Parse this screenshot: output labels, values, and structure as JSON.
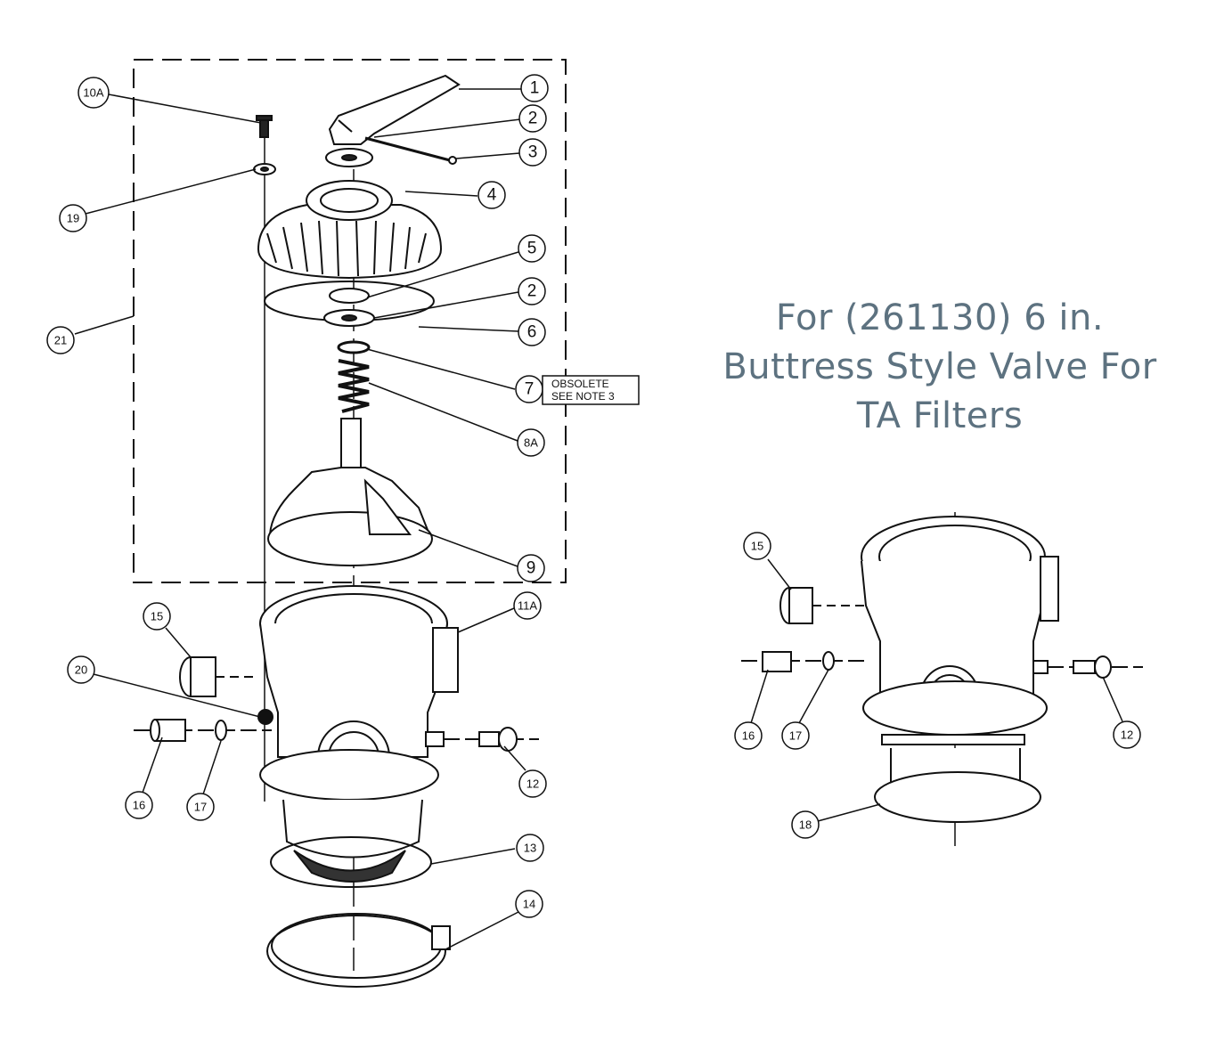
{
  "title": {
    "line1": "For (261130) 6 in.",
    "line2": "Buttress Style Valve For",
    "line3": "TA Filters"
  },
  "note": {
    "line1": "OBSOLETE",
    "line2": "SEE NOTE 3"
  },
  "left_callouts": [
    "10A",
    "1",
    "2",
    "3",
    "19",
    "4",
    "5",
    "2",
    "6",
    "21",
    "7",
    "8A",
    "9",
    "11A",
    "15",
    "20",
    "12",
    "16",
    "17",
    "13",
    "14"
  ],
  "right_callouts": [
    "15",
    "16",
    "17",
    "12",
    "18"
  ]
}
